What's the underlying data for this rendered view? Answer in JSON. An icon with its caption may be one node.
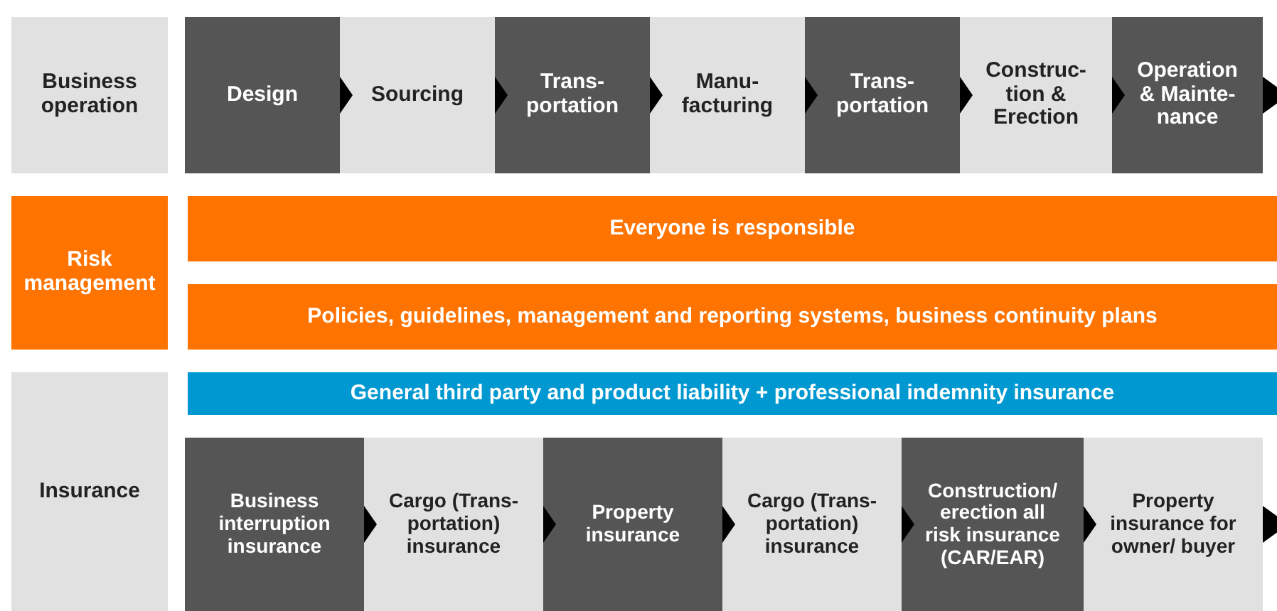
{
  "diagram": {
    "nodes": [
      {
        "text": [
          "Business operation"
        ]
      },
      {
        "text": [
          "Design"
        ]
      },
      {
        "text": [
          "Sourcing"
        ]
      },
      {
        "text": [
          "Trans-portation"
        ]
      },
      {
        "text": [
          "Manu-facturing"
        ]
      },
      {
        "text": [
          "Trans-portation"
        ]
      },
      {
        "text": [
          "Construc-tion & Erection"
        ]
      },
      {
        "text": [
          "Operation & Mainte-nance"
        ]
      },
      {
        "text": [
          "Risk management"
        ]
      },
      {
        "text": [
          "Everyone is responsible"
        ]
      },
      {
        "text": [
          "Policies, guidelines, management and reporting systems, business continuity plans"
        ]
      },
      {
        "text": [
          "Insurance"
        ]
      },
      {
        "text": [
          "General third party and product liability + professional indemnity insurance"
        ]
      },
      {
        "text": [
          "Business interruption insurance"
        ]
      },
      {
        "text": [
          "Cargo (Trans-portation) insurance"
        ]
      },
      {
        "text": [
          "Property insurance"
        ]
      },
      {
        "text": [
          "Cargo (Trans-portation) insurance"
        ]
      },
      {
        "text": [
          "Construction/ erection all risk insurance (CAR/EAR)"
        ]
      },
      {
        "text": [
          "Property insurance for owner/ buyer"
        ]
      }
    ],
    "edges": [
      {
        "from": 1,
        "to": 2,
        "arrow": "to"
      },
      {
        "from": 2,
        "to": 3,
        "arrow": "to"
      },
      {
        "from": 3,
        "to": 4,
        "arrow": "to"
      },
      {
        "from": 4,
        "to": 5,
        "arrow": "to"
      },
      {
        "from": 5,
        "to": 6,
        "arrow": "to"
      },
      {
        "from": 6,
        "to": 7,
        "arrow": "to"
      },
      {
        "from": 7,
        "to": null,
        "arrow": "to"
      },
      {
        "from": 13,
        "to": 14,
        "arrow": "to"
      },
      {
        "from": 14,
        "to": 15,
        "arrow": "to"
      },
      {
        "from": 15,
        "to": 16,
        "arrow": "to"
      },
      {
        "from": 16,
        "to": 17,
        "arrow": "to"
      },
      {
        "from": 17,
        "to": 18,
        "arrow": "to"
      },
      {
        "from": 18,
        "to": null,
        "arrow": "to"
      }
    ]
  }
}
